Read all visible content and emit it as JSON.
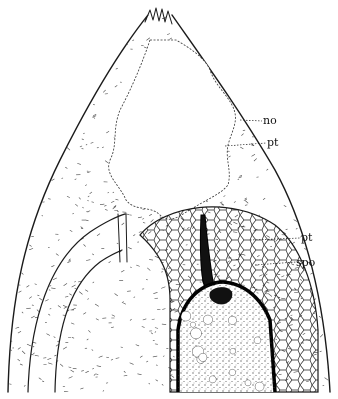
{
  "figure": {
    "labels": {
      "no": "no",
      "pt_upper": "pt",
      "pt_lower": "pt",
      "spo": "spo"
    }
  }
}
